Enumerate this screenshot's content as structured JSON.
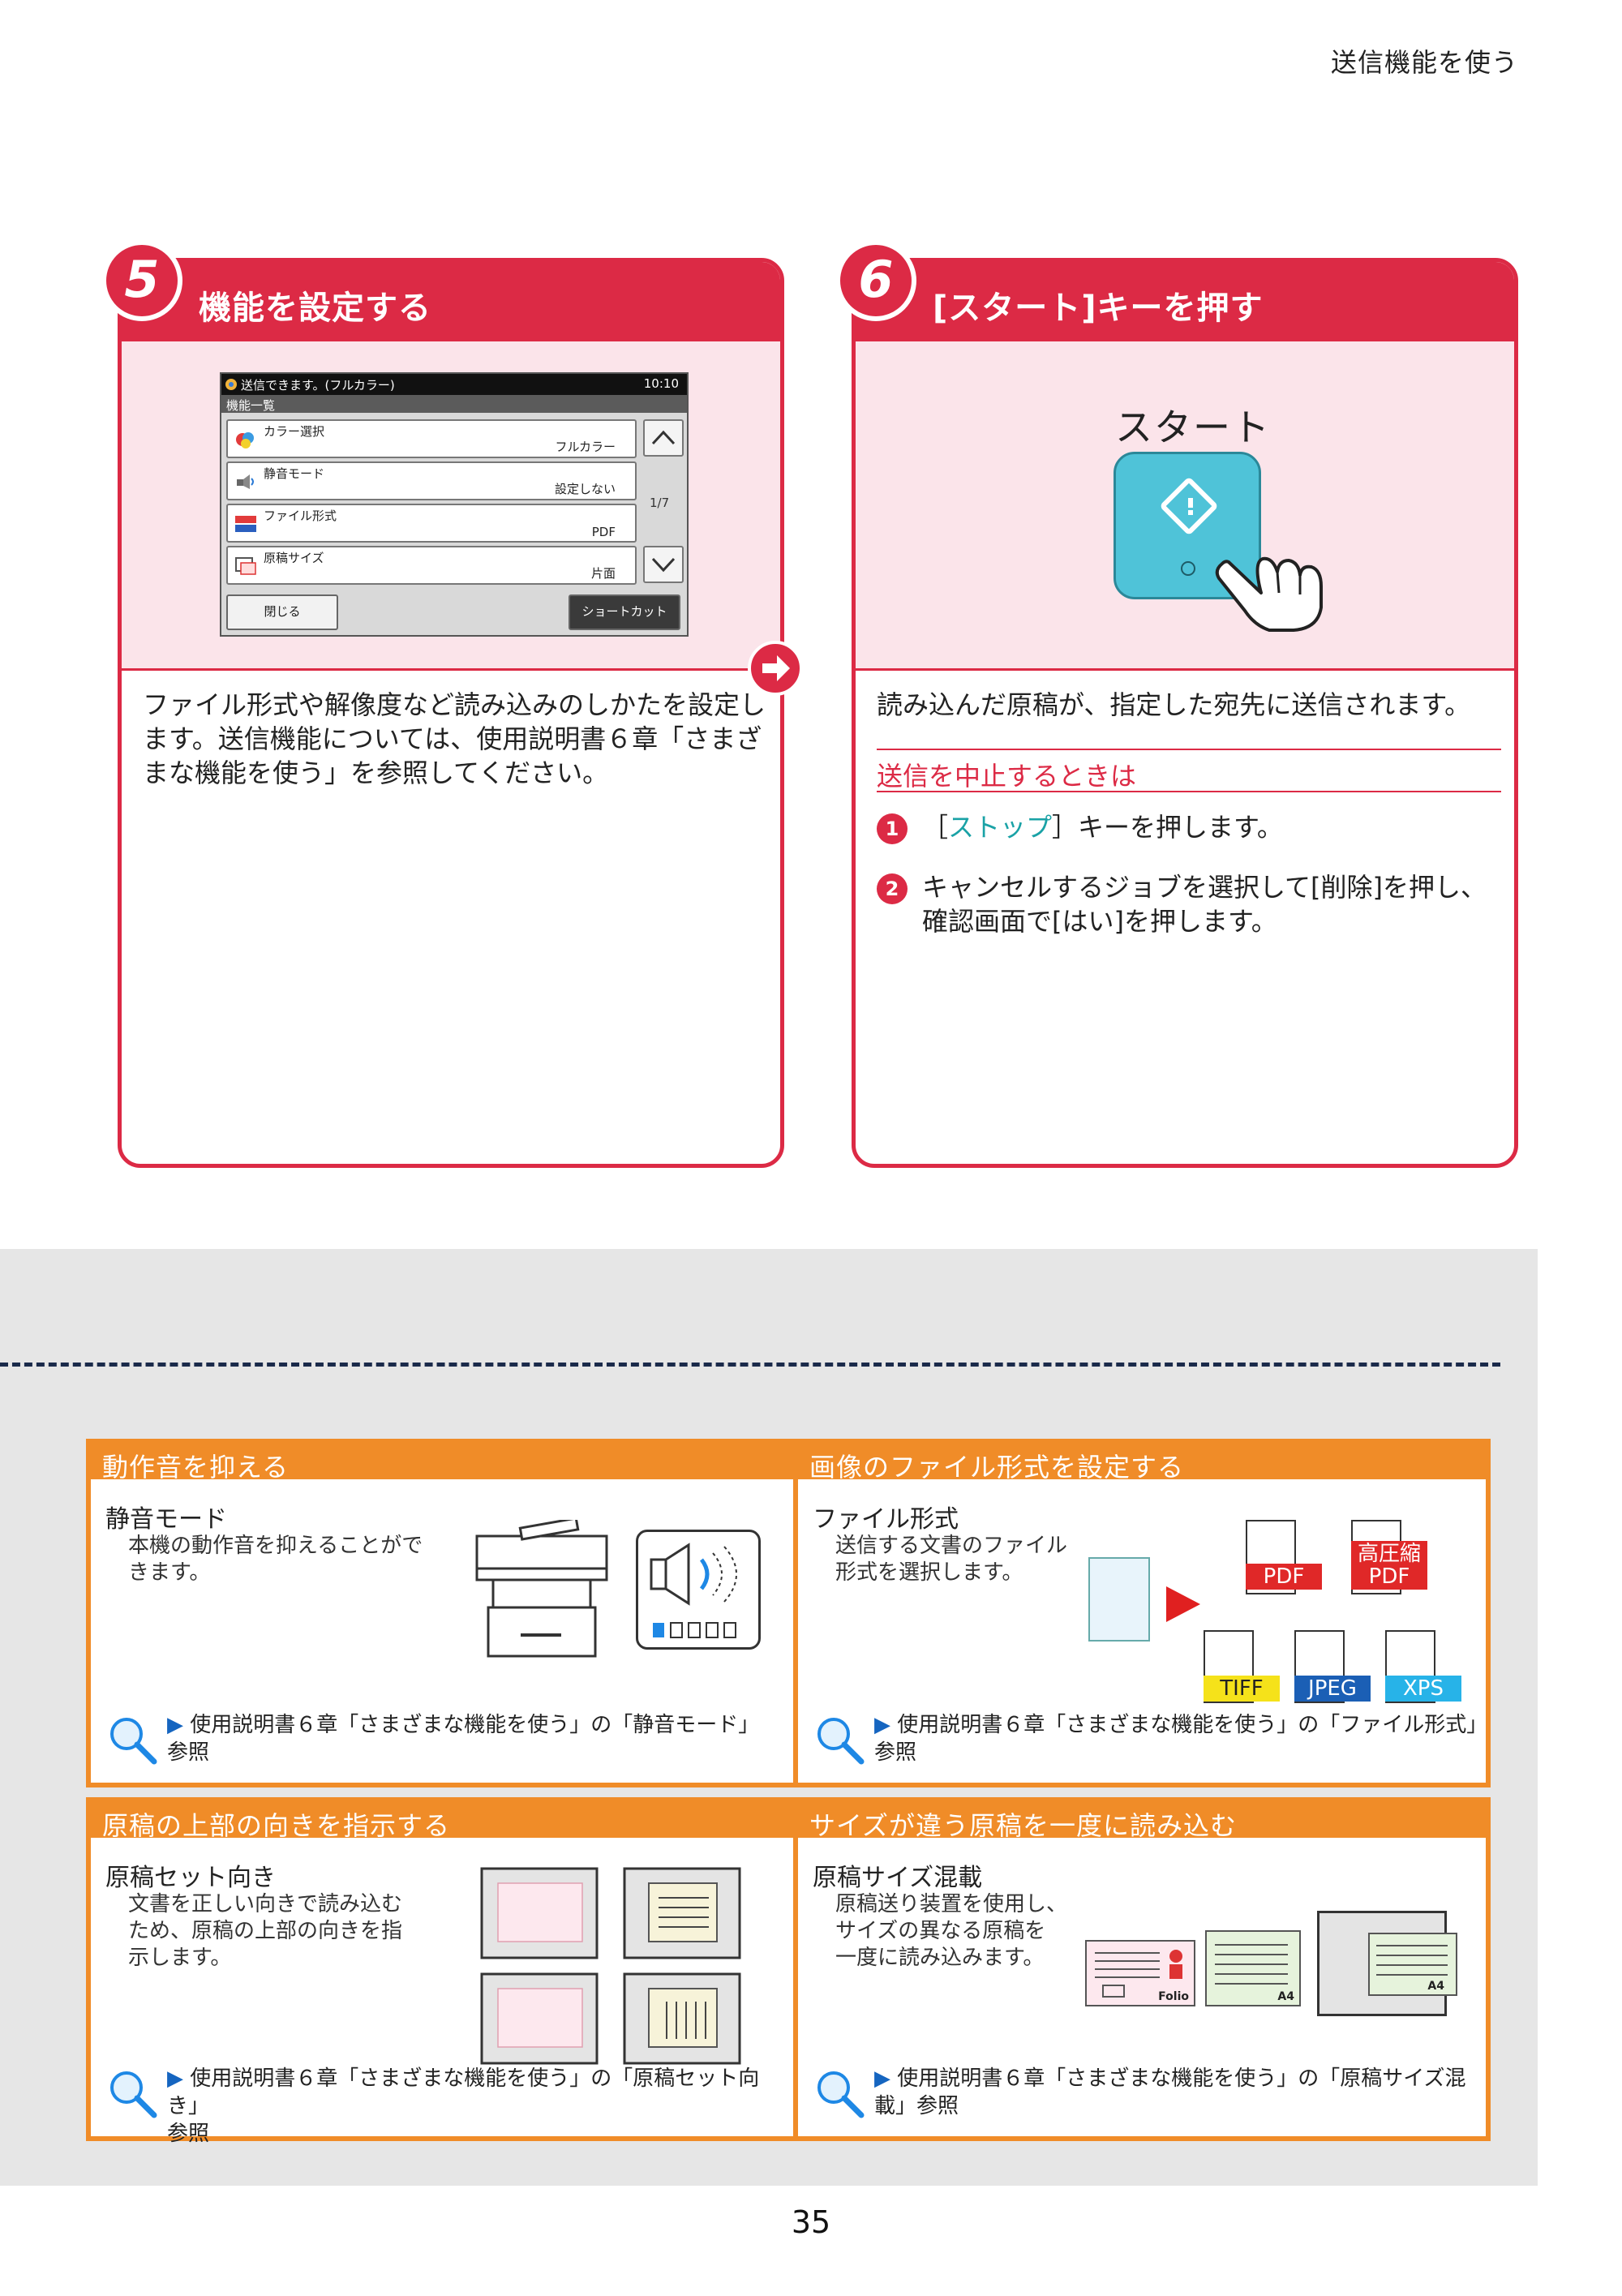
{
  "header": {
    "title": "送信機能を使う"
  },
  "steps": [
    {
      "number": "5",
      "title": "機能を設定する",
      "body": "ファイル形式や解像度など読み込みのしかたを設定します。送信機能については、使用説明書６章「さまざまな機能を使う」を参照してください。",
      "screen": {
        "status": "送信できます。(フルカラー)",
        "time": "10:10",
        "subtitle": "機能一覧",
        "rows": [
          {
            "label": "カラー選択",
            "value": "フルカラー"
          },
          {
            "label": "静音モード",
            "value": "設定しない"
          },
          {
            "label": "ファイル形式",
            "value": "PDF"
          },
          {
            "label": "原稿サイズ",
            "value": "片面"
          }
        ],
        "page": "1/7",
        "close_button": "閉じる",
        "shortcut_button": "ショートカット"
      }
    },
    {
      "number": "6",
      "title": "[スタート]キーを押す",
      "start_label": "スタート",
      "body": "読み込んだ原稿が、指定した宛先に送信されます。",
      "cancel": {
        "title": "送信を中止するときは",
        "items": [
          {
            "num": "1",
            "pre": "［",
            "stop": "ストップ",
            "post": "］キーを押します。"
          },
          {
            "num": "2",
            "text": "キャンセルするジョブを選択して[削除]を押し、確認画面で[はい]を押します。"
          }
        ]
      }
    }
  ],
  "features": [
    {
      "title": "動作音を抑える",
      "name": "静音モード",
      "desc_lines": [
        "本機の動作音を抑えることがで",
        "きます。"
      ],
      "ref_lines": [
        "使用説明書６章「さまざまな機能を使う」の「静音モード」",
        "参照"
      ]
    },
    {
      "title": "画像のファイル形式を設定する",
      "name": "ファイル形式",
      "desc_lines": [
        "送信する文書のファイル",
        "形式を選択します。"
      ],
      "ref_lines": [
        "使用説明書６章「さまざまな機能を使う」の「ファイル形式」",
        "参照"
      ],
      "formats": {
        "pdf": "PDF",
        "hc_top": "高圧縮",
        "hc_bottom": "PDF",
        "tiff": "TIFF",
        "jpeg": "JPEG",
        "xps": "XPS"
      }
    },
    {
      "title": "原稿の上部の向きを指示する",
      "name": "原稿セット向き",
      "desc_lines": [
        "文書を正しい向きで読み込む",
        "ため、原稿の上部の向きを指",
        "示します。"
      ],
      "ref_lines": [
        "使用説明書６章「さまざまな機能を使う」の「原稿セット向き」",
        "参照"
      ]
    },
    {
      "title": "サイズが違う原稿を一度に読み込む",
      "name": "原稿サイズ混載",
      "desc_lines": [
        "原稿送り装置を使用し、",
        "サイズの異なる原稿を",
        "一度に読み込みます。"
      ],
      "ref_lines": [
        "使用説明書６章「さまざまな機能を使う」の「原稿サイズ混",
        "載」参照"
      ],
      "paper_labels": {
        "folio": "Folio",
        "a4_1": "A4",
        "a4_2": "A4"
      }
    }
  ],
  "footer": {
    "page_number": "35"
  },
  "colors": {
    "step_red": "#dc2a45",
    "feature_orange": "#f08c28",
    "start_key": "#4fc3d8"
  }
}
